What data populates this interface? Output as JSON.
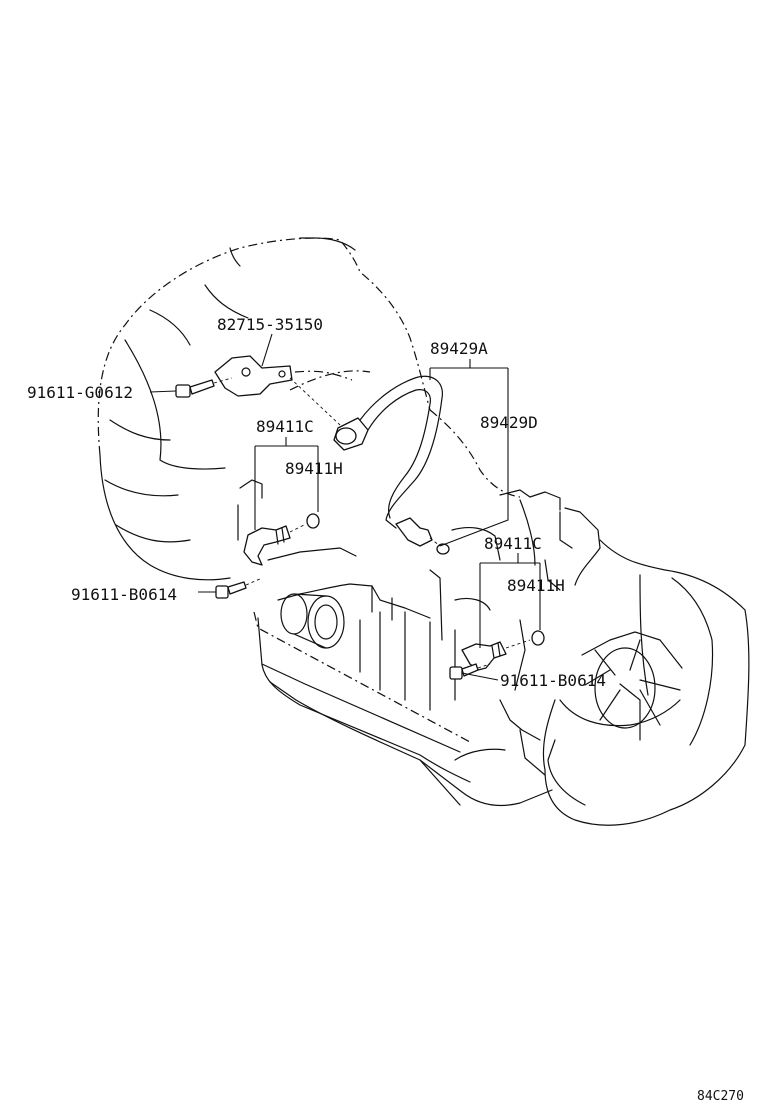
{
  "diagram": {
    "labels": {
      "p_82715_35150": "82715-35150",
      "p_91611_g0612": "91611-G0612",
      "p_89429a": "89429A",
      "p_89429d": "89429D",
      "p_89411c_left": "89411C",
      "p_89411h_left": "89411H",
      "p_91611_b0614_left": "91611-B0614",
      "p_89411c_right": "89411C",
      "p_89411h_right": "89411H",
      "p_91611_b0614_right": "91611-B0614"
    },
    "figure_code": "84C270"
  }
}
